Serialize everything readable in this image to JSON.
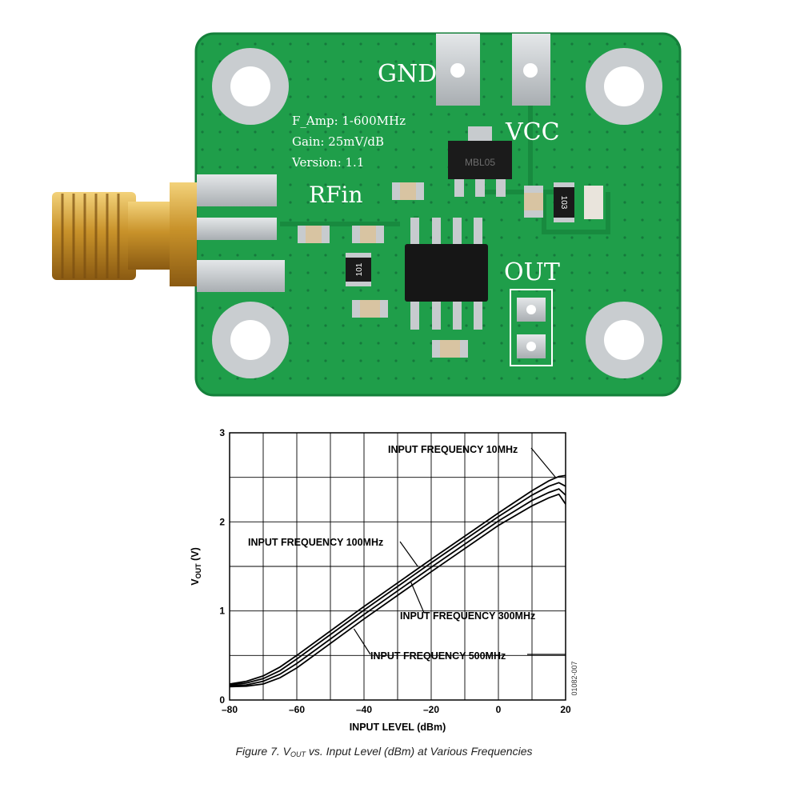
{
  "board": {
    "labels": {
      "gnd": "GND",
      "vcc": "VCC",
      "rfin": "RFin",
      "out": "OUT",
      "line1": "F_Amp: 1-600MHz",
      "line2": "Gain: 25mV/dB",
      "line3": "Version: 1.1",
      "res_101": "101",
      "res_103": "103",
      "reg_mark": "MBL05"
    },
    "colors": {
      "pcb": "#1f9e4a",
      "pad": "#c9cdd0",
      "gold": "#d9a73a"
    }
  },
  "figure": {
    "caption_pre": "Figure 7. V",
    "caption_sub": "OUT",
    "caption_post": " vs. Input Level (dBm) at Various Frequencies",
    "side_code": "01082-007"
  },
  "chart_data": {
    "type": "line",
    "xlabel": "INPUT LEVEL (dBm)",
    "ylabel_main": "V",
    "ylabel_sub": "OUT",
    "ylabel_unit": " (V)",
    "xlim": [
      -80,
      20
    ],
    "ylim": [
      0,
      3
    ],
    "xticks": [
      -80,
      -60,
      -40,
      -20,
      0,
      20
    ],
    "yticks": [
      0,
      1,
      2,
      3
    ],
    "grid": true,
    "series": [
      {
        "name": "INPUT FREQUENCY 10MHz",
        "x": [
          -80,
          -75,
          -70,
          -65,
          -60,
          -40,
          -20,
          0,
          10,
          15,
          18,
          20
        ],
        "y": [
          0.18,
          0.21,
          0.27,
          0.37,
          0.5,
          1.05,
          1.58,
          2.1,
          2.35,
          2.46,
          2.51,
          2.52
        ]
      },
      {
        "name": "INPUT FREQUENCY 100MHz",
        "x": [
          -80,
          -75,
          -70,
          -65,
          -60,
          -40,
          -20,
          0,
          10,
          15,
          18,
          20
        ],
        "y": [
          0.17,
          0.19,
          0.24,
          0.33,
          0.46,
          1.01,
          1.54,
          2.06,
          2.3,
          2.4,
          2.44,
          2.4
        ]
      },
      {
        "name": "INPUT FREQUENCY 300MHz",
        "x": [
          -80,
          -75,
          -70,
          -65,
          -60,
          -40,
          -20,
          0,
          10,
          15,
          18,
          20
        ],
        "y": [
          0.16,
          0.17,
          0.21,
          0.29,
          0.41,
          0.96,
          1.49,
          2.01,
          2.24,
          2.33,
          2.37,
          2.3
        ]
      },
      {
        "name": "INPUT FREQUENCY 500MHz",
        "x": [
          -80,
          -75,
          -70,
          -65,
          -60,
          -40,
          -20,
          0,
          10,
          15,
          18,
          20
        ],
        "y": [
          0.15,
          0.155,
          0.18,
          0.25,
          0.36,
          0.91,
          1.44,
          1.96,
          2.18,
          2.27,
          2.31,
          2.2
        ]
      }
    ]
  }
}
